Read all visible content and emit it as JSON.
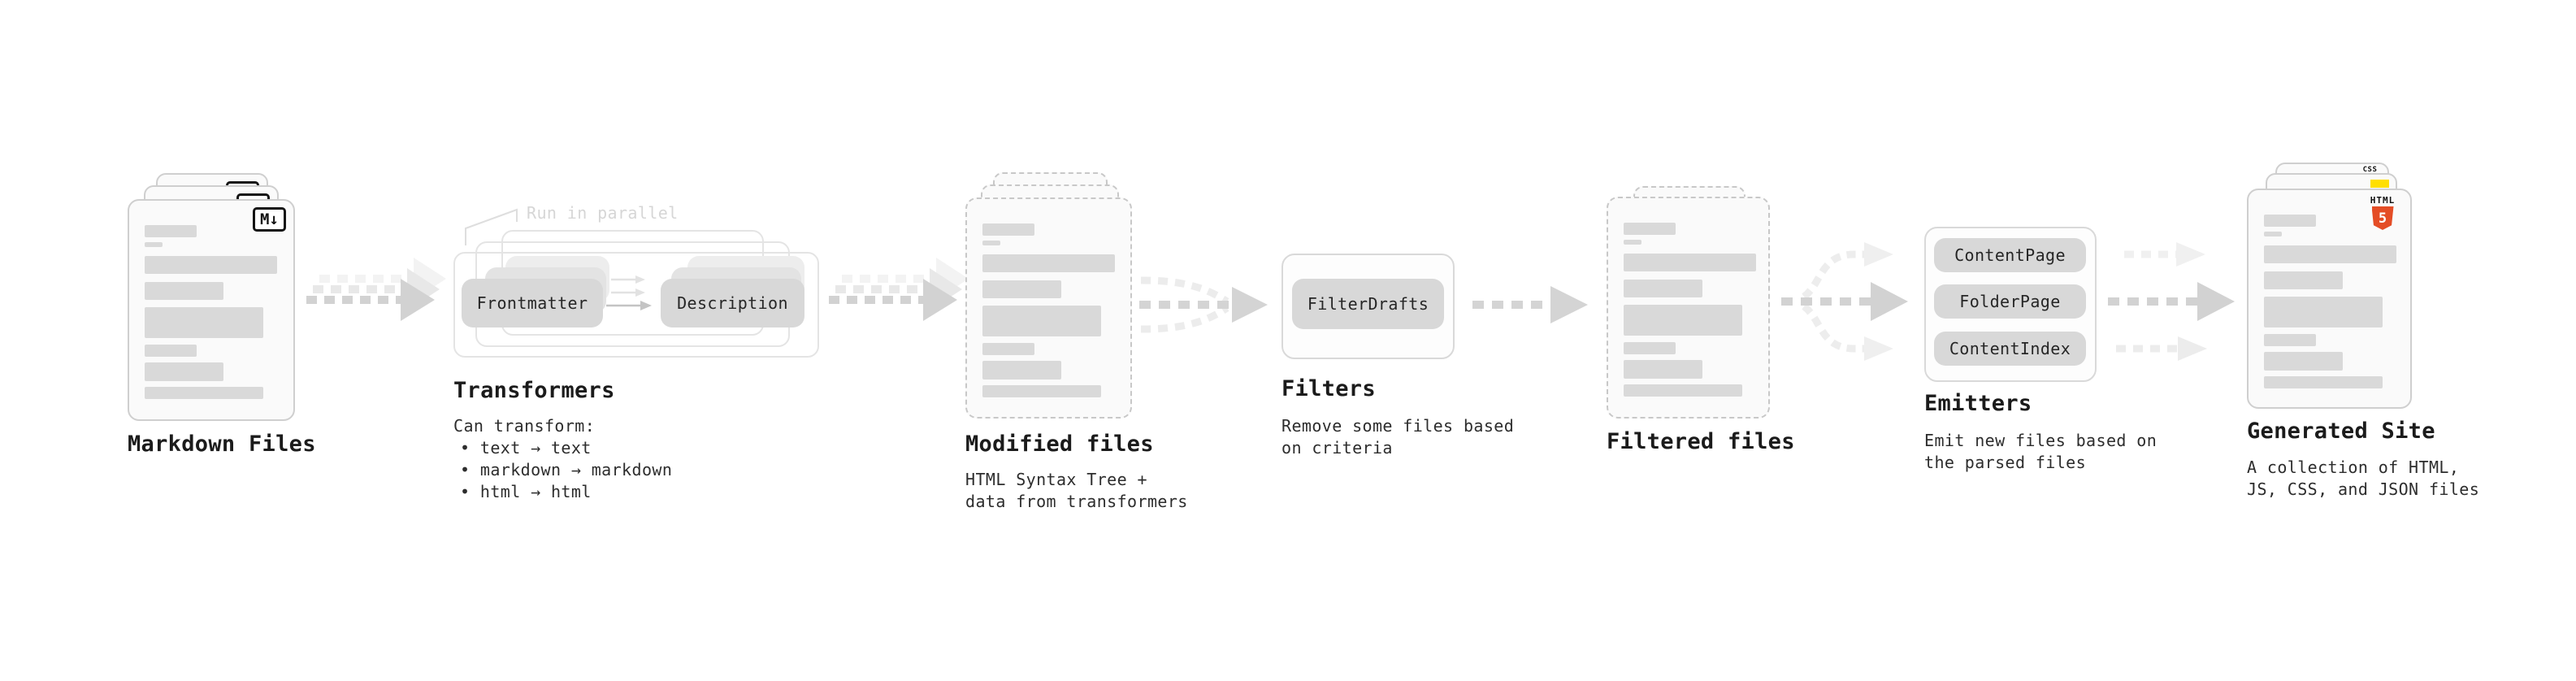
{
  "colors": {
    "bar_gray": "#d9d9d9",
    "pill_gray": "#d8d8d8",
    "arrow_gray": "#d2d2d2",
    "html5_orange": "#e44d26",
    "js_yellow": "#ffdf00",
    "css_blue": "#2962ff"
  },
  "stages": {
    "markdown": {
      "label": "Markdown Files",
      "badge": "M↓"
    },
    "transformers": {
      "title": "Transformers",
      "note": "Run in parallel",
      "pill_left": "Frontmatter",
      "pill_right": "Description",
      "subtitle": "Can transform:",
      "bullet_1": "• text → text",
      "bullet_2": "• markdown → markdown",
      "bullet_3": "• html → html"
    },
    "modified": {
      "label": "Modified files",
      "sub_1": "HTML Syntax Tree +",
      "sub_2": "data from transformers"
    },
    "filters": {
      "title": "Filters",
      "pill": "FilterDrafts",
      "sub_1": "Remove some files based",
      "sub_2": "on criteria"
    },
    "filtered": {
      "label": "Filtered files"
    },
    "emitters": {
      "title": "Emitters",
      "pill_1": "ContentPage",
      "pill_2": "FolderPage",
      "pill_3": "ContentIndex",
      "sub_1": "Emit new files based on",
      "sub_2": "the parsed files"
    },
    "generated": {
      "label": "Generated Site",
      "sub_1": "A collection of HTML,",
      "sub_2": "JS, CSS, and JSON files",
      "badge_css": "CSS",
      "badge_html_word": "HTML",
      "badge_html_number": "5"
    }
  }
}
